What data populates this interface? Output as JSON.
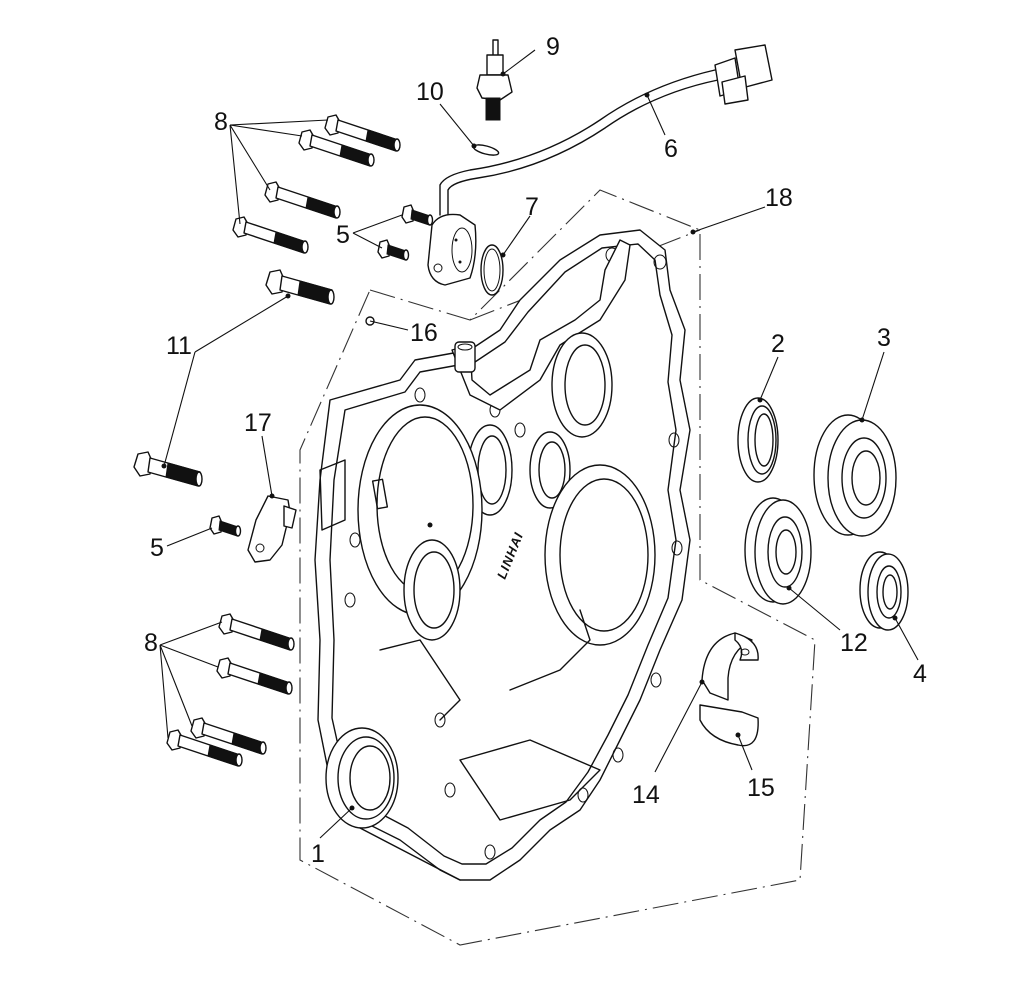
{
  "diagram": {
    "subject": "Crankcase (right half) exploded parts view",
    "logo_text": "LINHAI",
    "callouts": [
      {
        "id": "1",
        "part": "oil seal bore"
      },
      {
        "id": "2",
        "part": "oil seal"
      },
      {
        "id": "3",
        "part": "ball bearing"
      },
      {
        "id": "4",
        "part": "ball bearing (small)"
      },
      {
        "id": "5",
        "part": "bolt (short flange)"
      },
      {
        "id": "6",
        "part": "sensor wire harness"
      },
      {
        "id": "7",
        "part": "o-ring"
      },
      {
        "id": "8",
        "part": "bolt (long flange)"
      },
      {
        "id": "9",
        "part": "oil pressure switch"
      },
      {
        "id": "10",
        "part": "washer"
      },
      {
        "id": "11",
        "part": "bolt (large flange)"
      },
      {
        "id": "12",
        "part": "ball bearing"
      },
      {
        "id": "14",
        "part": "bushing half"
      },
      {
        "id": "15",
        "part": "bushing half"
      },
      {
        "id": "16",
        "part": "dowel / ball"
      },
      {
        "id": "17",
        "part": "bracket"
      },
      {
        "id": "18",
        "part": "crankcase assembly"
      }
    ]
  }
}
